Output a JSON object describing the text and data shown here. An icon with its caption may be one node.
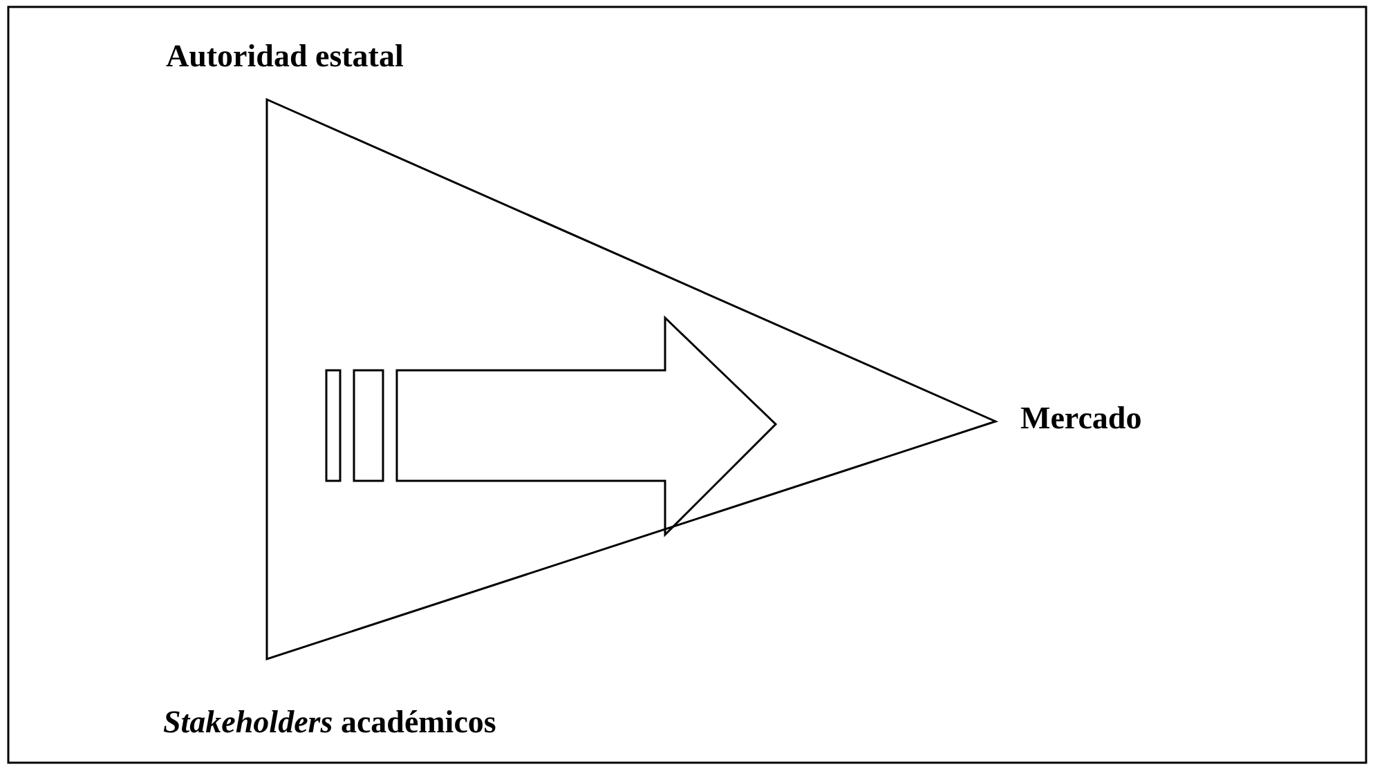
{
  "diagram": {
    "labels": [
      "Autoridad estatal",
      "Mercado",
      "*Stakeholders* académicos"
    ]
  }
}
